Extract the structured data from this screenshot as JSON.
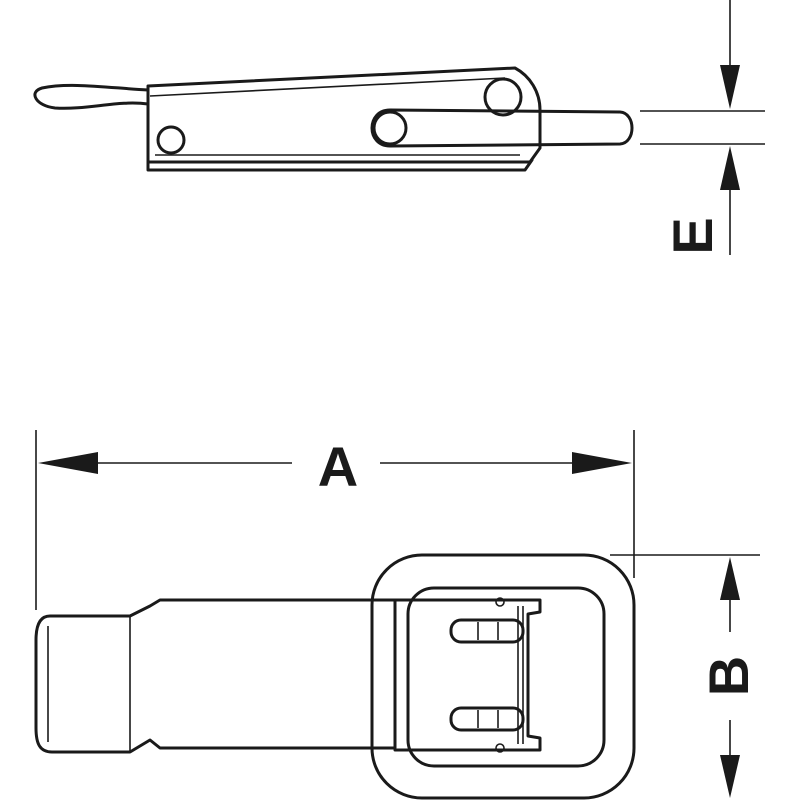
{
  "dimensions": {
    "A": {
      "label": "A"
    },
    "B": {
      "label": "B"
    },
    "E": {
      "label": "E"
    }
  }
}
